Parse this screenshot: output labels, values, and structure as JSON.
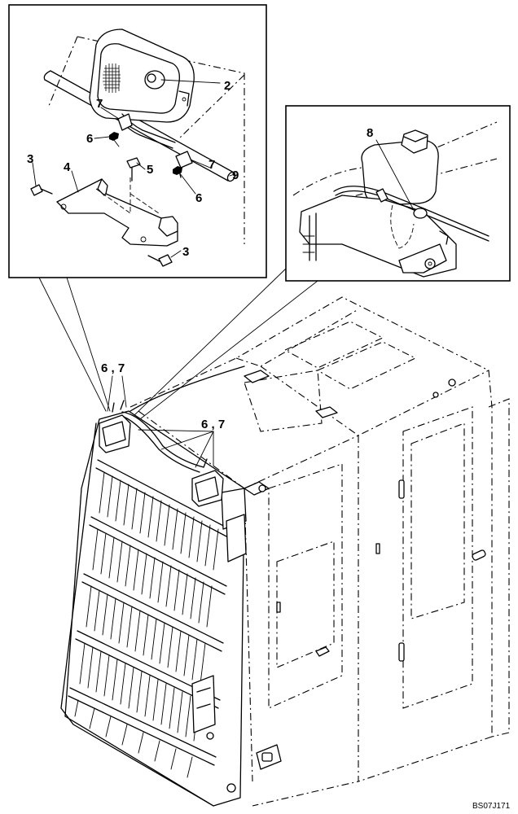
{
  "detail_a": {
    "callouts": {
      "c2": "2",
      "c7a": "7",
      "c6a": "6",
      "c3a": "3",
      "c4": "4",
      "c5": "5",
      "c7b": "7",
      "c9": "9",
      "c6b": "6",
      "c3b": "3"
    }
  },
  "detail_b": {
    "callouts": {
      "c8": "8"
    }
  },
  "main_view": {
    "callouts": {
      "c67a": "6 , 7",
      "c67b": "6 , 7"
    }
  },
  "figure_code": "BS07J171"
}
